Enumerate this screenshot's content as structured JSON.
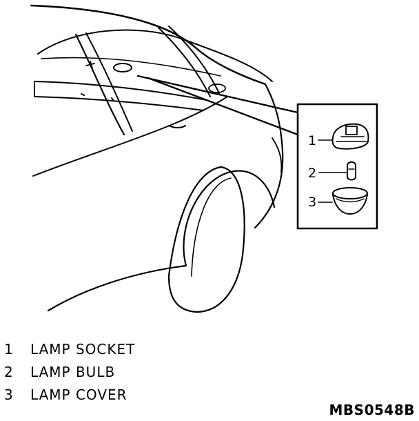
{
  "callouts": [
    {
      "number": "1",
      "label": "LAMP SOCKET"
    },
    {
      "number": "2",
      "label": "LAMP BULB"
    },
    {
      "number": "3",
      "label": "LAMP COVER"
    }
  ],
  "figure_code": "MBS0548B",
  "colors": {
    "ink": "#000000",
    "background": "#ffffff"
  }
}
